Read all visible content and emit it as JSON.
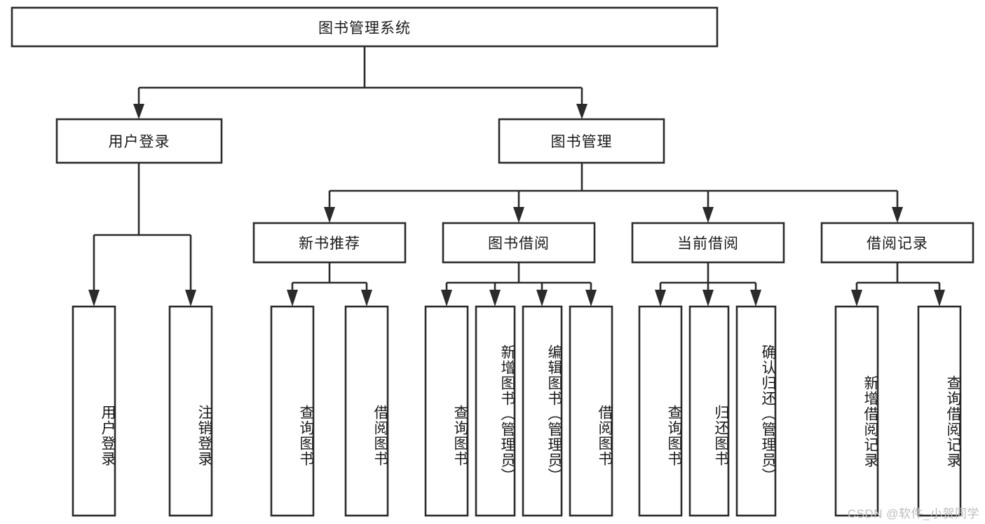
{
  "diagram": {
    "title": "图书管理系统",
    "type": "tree-hierarchy",
    "watermark": "CSDN @软件_小贺同学",
    "colors": {
      "box_stroke": "#2b2b2b",
      "box_fill": "#ffffff",
      "text": "#1a1a1a",
      "background": "#ffffff",
      "watermark": "#bdbdbd"
    },
    "root": {
      "id": "root",
      "label": "图书管理系统",
      "orientation": "horizontal"
    },
    "level2": [
      {
        "id": "user-login",
        "label": "用户登录",
        "orientation": "horizontal"
      },
      {
        "id": "book-manage",
        "label": "图书管理",
        "orientation": "horizontal"
      }
    ],
    "level3": [
      {
        "id": "new-book-rec",
        "label": "新书推荐",
        "orientation": "horizontal",
        "parent": "book-manage"
      },
      {
        "id": "book-borrow",
        "label": "图书借阅",
        "orientation": "horizontal",
        "parent": "book-manage"
      },
      {
        "id": "current-borrow",
        "label": "当前借阅",
        "orientation": "horizontal",
        "parent": "book-manage"
      },
      {
        "id": "borrow-record",
        "label": "借阅记录",
        "orientation": "horizontal",
        "parent": "book-manage"
      }
    ],
    "leaves": [
      {
        "id": "leaf-user-login",
        "label": "用户登录",
        "orientation": "vertical",
        "parent": "user-login"
      },
      {
        "id": "leaf-logout",
        "label": "注销登录",
        "orientation": "vertical",
        "parent": "user-login"
      },
      {
        "id": "leaf-query-book-1",
        "label": "查询图书",
        "orientation": "vertical",
        "parent": "new-book-rec"
      },
      {
        "id": "leaf-borrow-book-1",
        "label": "借阅图书",
        "orientation": "vertical",
        "parent": "new-book-rec"
      },
      {
        "id": "leaf-query-book-2",
        "label": "查询图书",
        "orientation": "vertical",
        "parent": "book-borrow"
      },
      {
        "id": "leaf-add-book",
        "label": "新增图书（管理员）",
        "orientation": "vertical",
        "parent": "book-borrow"
      },
      {
        "id": "leaf-edit-book",
        "label": "编辑图书（管理员）",
        "orientation": "vertical",
        "parent": "book-borrow"
      },
      {
        "id": "leaf-borrow-book-2",
        "label": "借阅图书",
        "orientation": "vertical",
        "parent": "book-borrow"
      },
      {
        "id": "leaf-query-book-3",
        "label": "查询图书",
        "orientation": "vertical",
        "parent": "current-borrow"
      },
      {
        "id": "leaf-return-book",
        "label": "归还图书",
        "orientation": "vertical",
        "parent": "current-borrow"
      },
      {
        "id": "leaf-confirm-return",
        "label": "确认归还（管理员）",
        "orientation": "vertical",
        "parent": "current-borrow"
      },
      {
        "id": "leaf-add-record",
        "label": "新增借阅记录",
        "orientation": "vertical",
        "parent": "borrow-record"
      },
      {
        "id": "leaf-query-record",
        "label": "查询借阅记录",
        "orientation": "vertical",
        "parent": "borrow-record"
      }
    ]
  }
}
